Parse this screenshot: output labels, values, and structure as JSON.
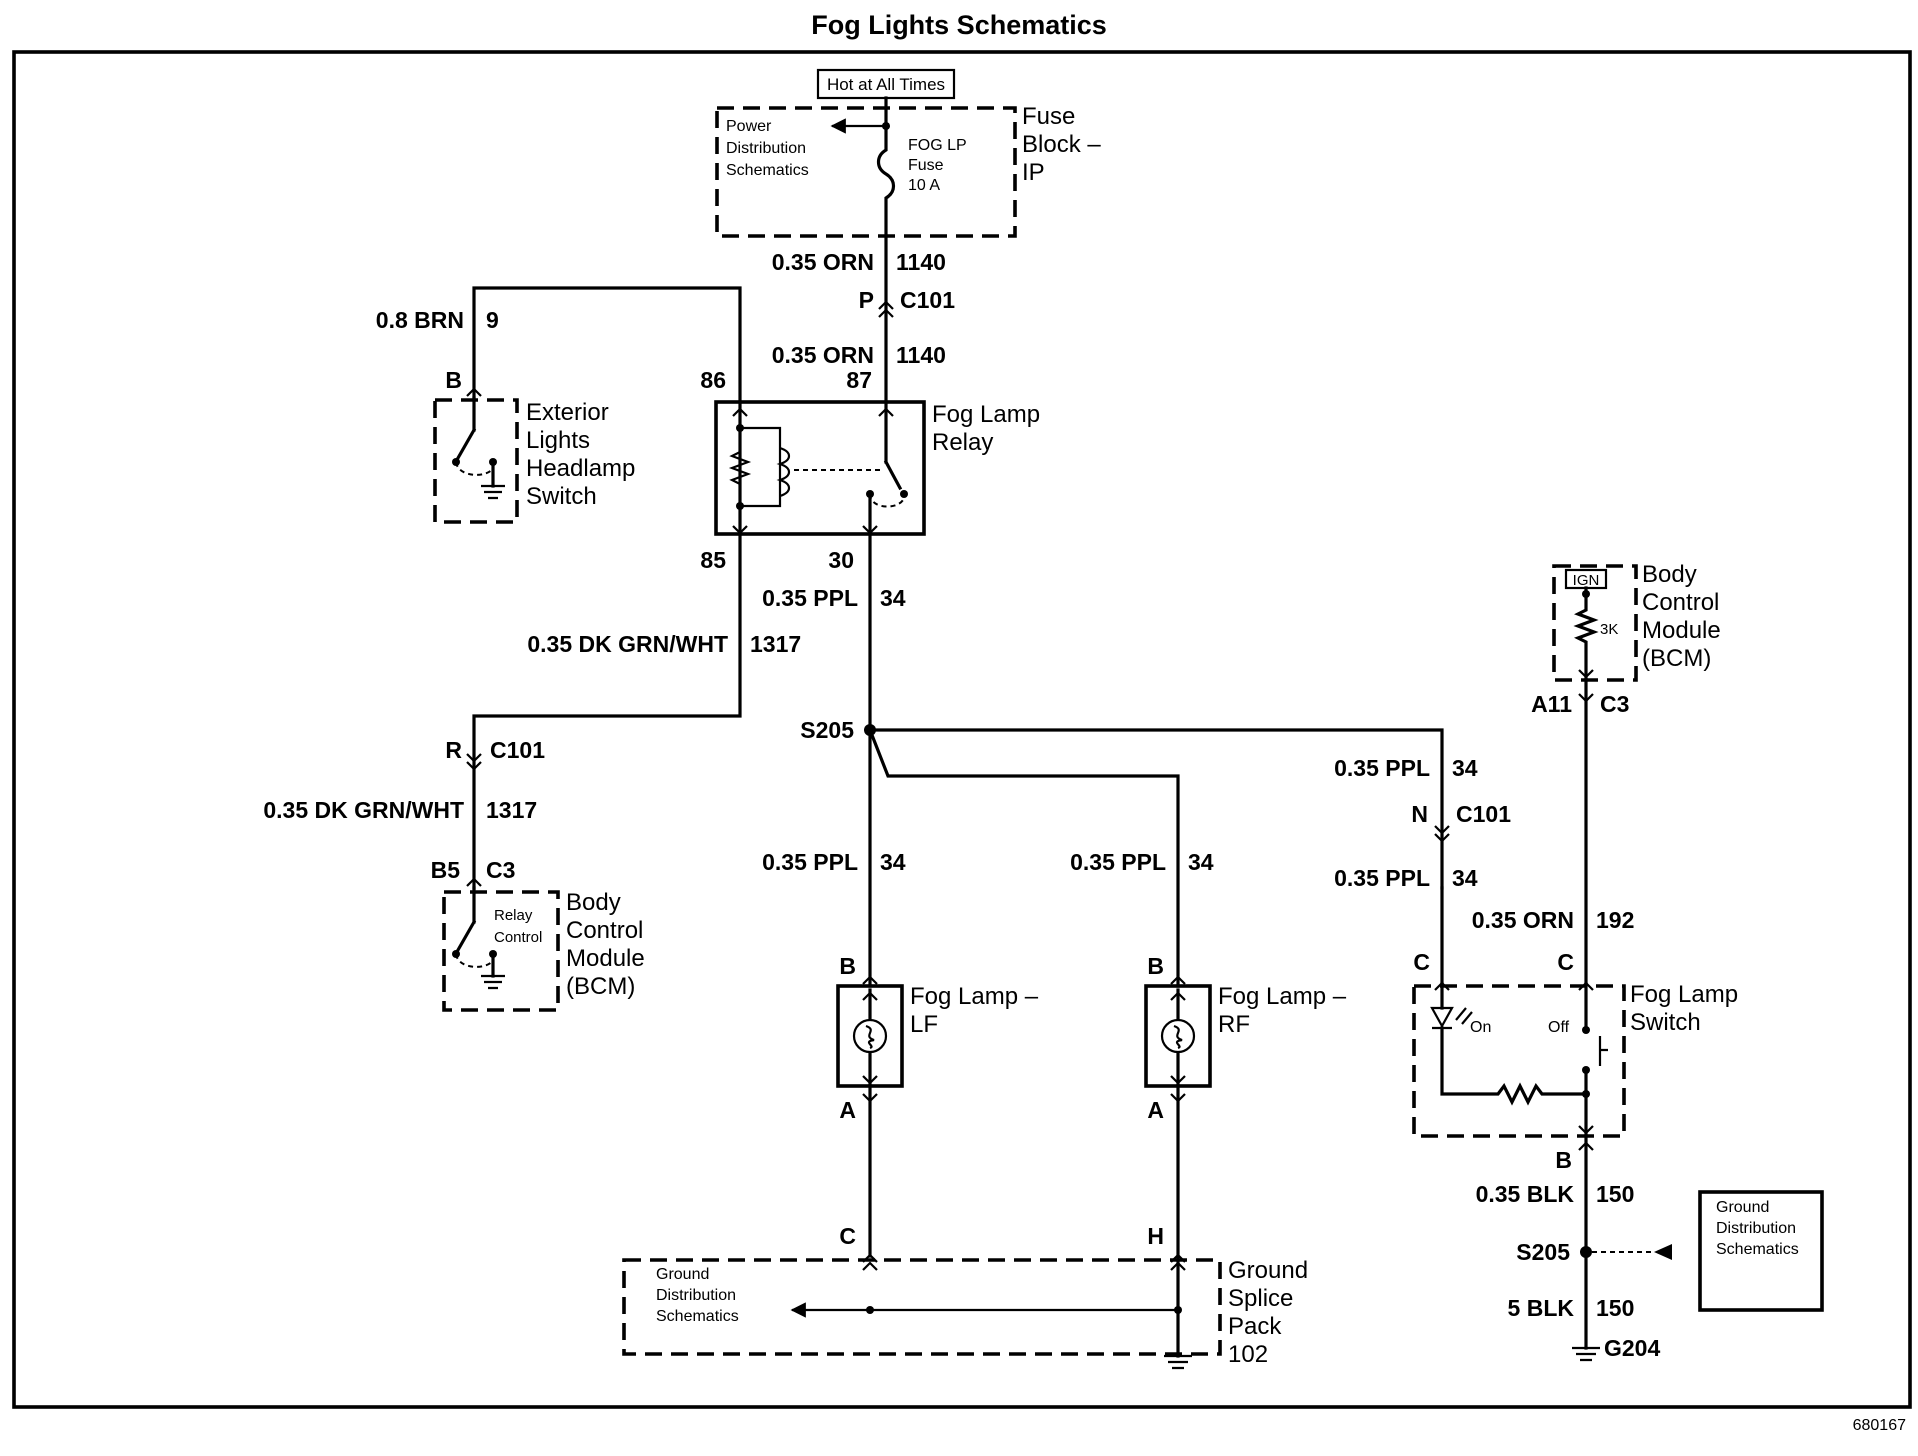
{
  "title": "Fog Lights Schematics",
  "figure_id": "680167",
  "hot_label": "Hot at All Times",
  "components": {
    "fuse_block": {
      "name": [
        "Fuse",
        "Block –",
        "IP"
      ],
      "fuse": [
        "FOG LP",
        "Fuse",
        "10 A"
      ],
      "ref": [
        "Power",
        "Distribution",
        "Schematics"
      ]
    },
    "relay": {
      "name": [
        "Fog Lamp",
        "Relay"
      ],
      "pins": [
        "86",
        "87",
        "85",
        "30"
      ]
    },
    "headlamp_switch": {
      "name": [
        "Exterior",
        "Lights",
        "Headlamp",
        "Switch"
      ]
    },
    "bcm_left": {
      "name": [
        "Body",
        "Control",
        "Module",
        "(BCM)"
      ],
      "inner": [
        "Relay",
        "Control"
      ]
    },
    "bcm_right": {
      "name": [
        "Body",
        "Control",
        "Module",
        "(BCM)"
      ],
      "ign": "IGN",
      "resistor": "3K"
    },
    "fog_lf": {
      "name": [
        "Fog Lamp –",
        "LF"
      ]
    },
    "fog_rf": {
      "name": [
        "Fog Lamp –",
        "RF"
      ]
    },
    "fog_switch": {
      "name": [
        "Fog Lamp",
        "Switch"
      ],
      "on": "On",
      "off": "Off"
    },
    "ground_splice": {
      "name": [
        "Ground",
        "Splice",
        "Pack",
        "102"
      ],
      "ref": [
        "Ground",
        "Distribution",
        "Schematics"
      ]
    },
    "ground_ref_right": {
      "ref": [
        "Ground",
        "Distribution",
        "Schematics"
      ]
    }
  },
  "wires": {
    "w1140_top": {
      "gauge": "0.35 ORN",
      "circuit": "1140"
    },
    "w1140_bot": {
      "gauge": "0.35 ORN",
      "circuit": "1140"
    },
    "w9": {
      "gauge": "0.8 BRN",
      "circuit": "9"
    },
    "w34_relay": {
      "gauge": "0.35 PPL",
      "circuit": "34"
    },
    "w1317_top": {
      "gauge": "0.35 DK GRN/WHT",
      "circuit": "1317"
    },
    "w1317_bot": {
      "gauge": "0.35 DK GRN/WHT",
      "circuit": "1317"
    },
    "w34_lf": {
      "gauge": "0.35 PPL",
      "circuit": "34"
    },
    "w34_rf": {
      "gauge": "0.35 PPL",
      "circuit": "34"
    },
    "w34_sw_top": {
      "gauge": "0.35 PPL",
      "circuit": "34"
    },
    "w34_sw_bot": {
      "gauge": "0.35 PPL",
      "circuit": "34"
    },
    "w192": {
      "gauge": "0.35 ORN",
      "circuit": "192"
    },
    "w150_top": {
      "gauge": "0.35 BLK",
      "circuit": "150"
    },
    "w150_bot": {
      "gauge": "5 BLK",
      "circuit": "150"
    }
  },
  "connectors": {
    "c101_p": {
      "pin": "P",
      "name": "C101"
    },
    "c101_r": {
      "pin": "R",
      "name": "C101"
    },
    "c101_n": {
      "pin": "N",
      "name": "C101"
    },
    "bcm_b5": {
      "pin": "B5",
      "name": "C3"
    },
    "bcm_a11": {
      "pin": "A11",
      "name": "C3"
    },
    "hl_b": "B",
    "lf_b": "B",
    "lf_a": "A",
    "rf_b": "B",
    "rf_a": "A",
    "gs_c": "C",
    "gs_h": "H",
    "sw_c1": "C",
    "sw_c2": "C",
    "sw_b": "B"
  },
  "splices": {
    "s205_top": "S205",
    "s205_bot": "S205"
  },
  "grounds": {
    "g204": "G204"
  }
}
